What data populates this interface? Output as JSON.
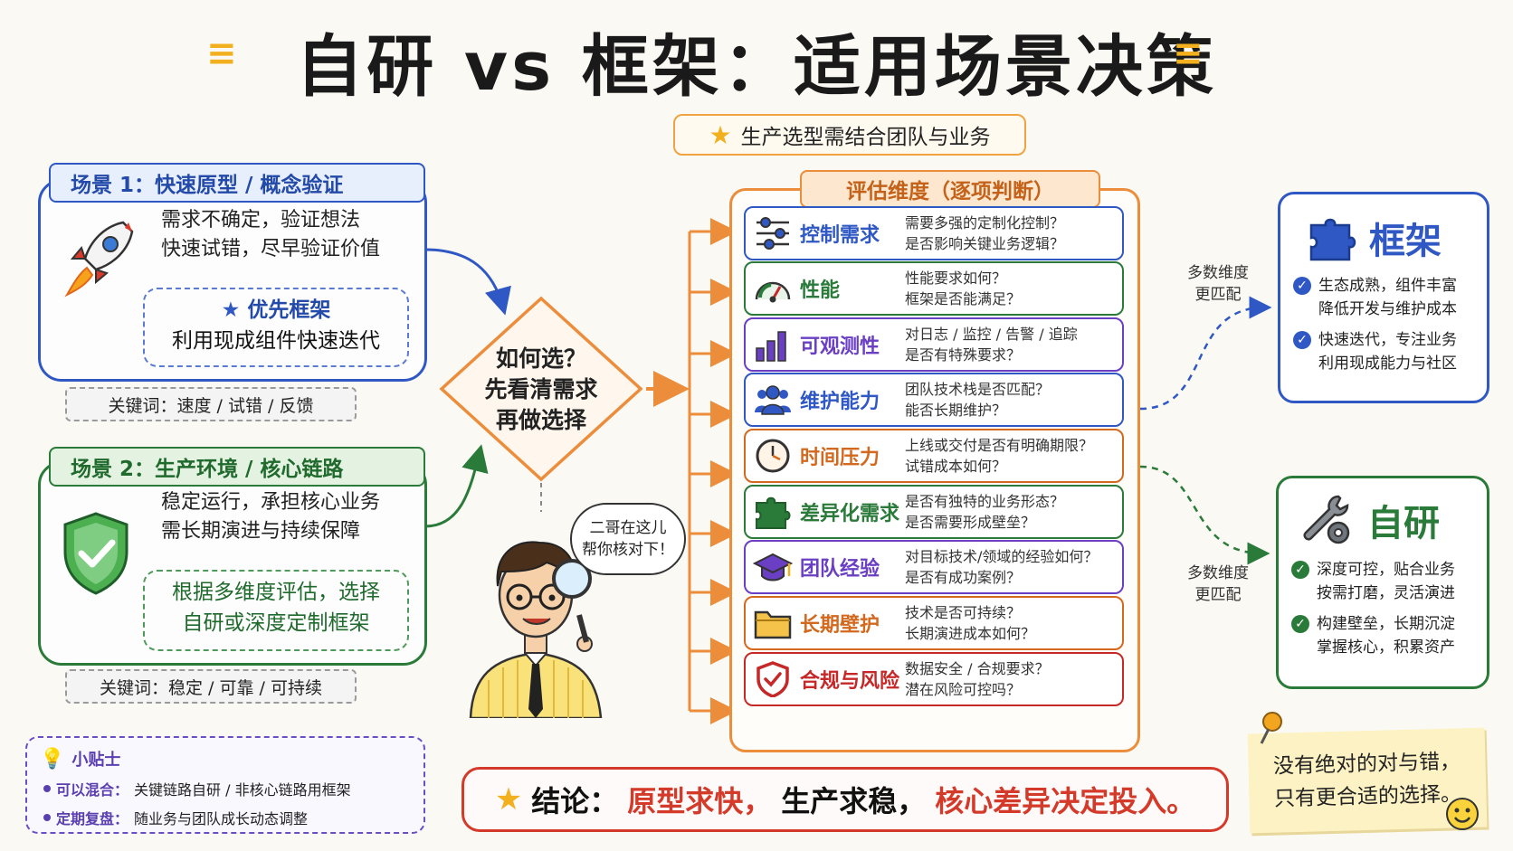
{
  "title": "自研 vs 框架：适用场景决策",
  "subtitle": "生产选型需结合团队与业务",
  "scenario1": {
    "tab": "场景 1：快速原型 / 概念验证",
    "line1": "需求不确定，验证想法",
    "line2": "快速试错，尽早验证价值",
    "rec_title": "优先框架",
    "rec_text": "利用现成组件快速迭代",
    "keywords": "关键词：速度 / 试错 / 反馈",
    "icon": "rocket-icon"
  },
  "scenario2": {
    "tab": "场景 2：生产环境 / 核心链路",
    "line1": "稳定运行，承担核心业务",
    "line2": "需长期演进与持续保障",
    "rec_line1": "根据多维度评估，选择",
    "rec_line2": "自研或深度定制框架",
    "keywords": "关键词：稳定 / 可靠 / 可持续",
    "icon": "shield-check-icon"
  },
  "decision": {
    "line1": "如何选？",
    "line2": "先看清需求",
    "line3": "再做选择"
  },
  "bubble": {
    "line1": "二哥在这儿",
    "line2": "帮你核对下！"
  },
  "dimensions_header": "评估维度（逐项判断）",
  "dimensions": [
    {
      "label": "控制需求",
      "q1": "需要多强的定制化控制？",
      "q2": "是否影响关键业务逻辑？",
      "color": "#2f58c4",
      "icon": "sliders-icon"
    },
    {
      "label": "性能",
      "q1": "性能要求如何？",
      "q2": "框架是否能满足？",
      "color": "#2a7a3a",
      "icon": "gauge-icon"
    },
    {
      "label": "可观测性",
      "q1": "对日志 / 监控 / 告警 / 追踪",
      "q2": "是否有特殊要求？",
      "color": "#6a3fc4",
      "icon": "bar-chart-icon"
    },
    {
      "label": "维护能力",
      "q1": "团队技术栈是否匹配？",
      "q2": "能否长期维护？",
      "color": "#2f58c4",
      "icon": "team-icon"
    },
    {
      "label": "时间压力",
      "q1": "上线或交付是否有明确期限？",
      "q2": "试错成本如何？",
      "color": "#d2691e",
      "icon": "clock-icon"
    },
    {
      "label": "差异化需求",
      "q1": "是否有独特的业务形态？",
      "q2": "是否需要形成壁垒？",
      "color": "#2a7a3a",
      "icon": "puzzle-icon"
    },
    {
      "label": "团队经验",
      "q1": "对目标技术/领域的经验如何？",
      "q2": "是否有成功案例？",
      "color": "#6a3fc4",
      "icon": "graduation-cap-icon"
    },
    {
      "label": "长期壁护",
      "q1": "技术是否可持续？",
      "q2": "长期演进成本如何？",
      "color": "#d2691e",
      "icon": "folder-icon"
    },
    {
      "label": "合规与风险",
      "q1": "数据安全 / 合规要求？",
      "q2": "潜在风险可控吗？",
      "color": "#c62828",
      "icon": "shield-check-icon"
    }
  ],
  "match_label_top_1": "多数维度",
  "match_label_top_2": "更匹配",
  "match_label_bottom_1": "多数维度",
  "match_label_bottom_2": "更匹配",
  "framework": {
    "title": "框架",
    "icon": "puzzle-icon",
    "item1_l1": "生态成熟，组件丰富",
    "item1_l2": "降低开发与维护成本",
    "item2_l1": "快速迭代，专注业务",
    "item2_l2": "利用现成能力与社区"
  },
  "selfdev": {
    "title": "自研",
    "icon": "wrench-gear-icon",
    "item1_l1": "深度可控，贴合业务",
    "item1_l2": "按需打磨，灵活演进",
    "item2_l1": "构建壁垒，长期沉淀",
    "item2_l2": "掌握核心，积累资产"
  },
  "tips": {
    "title": "小贴士",
    "item1_key": "可以混合：",
    "item1_text": "关键链路自研 / 非核心链路用框架",
    "item2_key": "定期复盘：",
    "item2_text": "随业务与团队成长动态调整"
  },
  "conclusion": {
    "label": "结论：",
    "a": "原型求快，",
    "b": "生产求稳，",
    "c": "核心差异决定投入。"
  },
  "sticky": {
    "line1": "没有绝对的对与错，",
    "line2": "只有更合适的选择。"
  },
  "colors": {
    "blue": "#2f58c4",
    "green": "#2a7a3a",
    "orange": "#ec8d3c",
    "red": "#d43a2a",
    "purple": "#6a3fc4"
  }
}
